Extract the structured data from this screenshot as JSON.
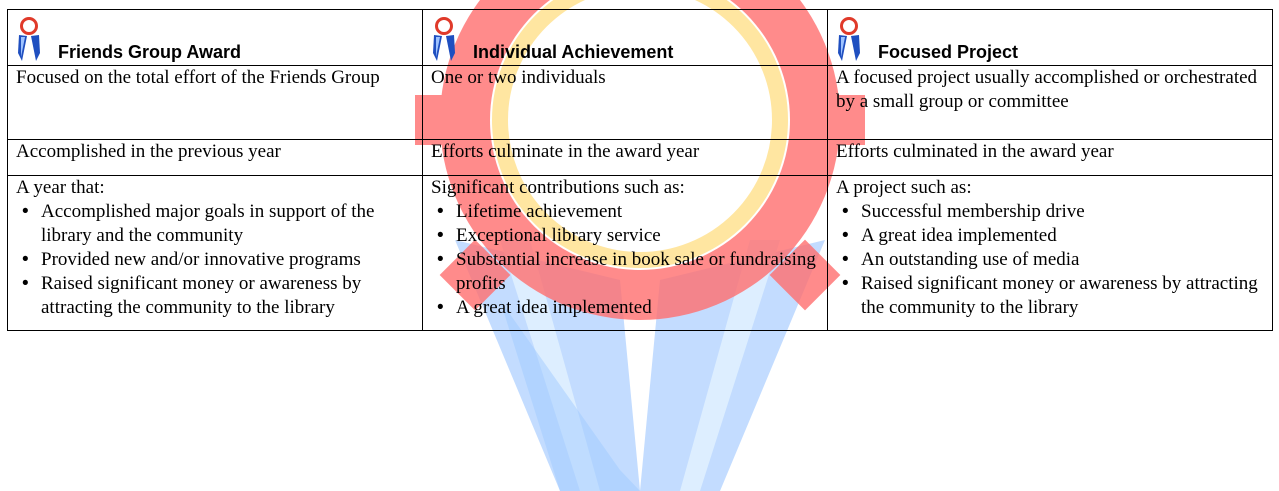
{
  "columns": [
    {
      "header": "Friends Group Award",
      "icon": "award-ribbon-icon",
      "scope": "Focused on the total effort of the Friends Group",
      "timing": "Accomplished in the previous year",
      "criteria_intro": "A year that:",
      "criteria": [
        "Accomplished major goals in support of the library and the community",
        "Provided new and/or innovative programs",
        "Raised significant money or awareness by attracting the community to the library"
      ]
    },
    {
      "header": "Individual Achievement",
      "icon": "award-ribbon-icon",
      "scope": "One or two individuals",
      "timing": "Efforts culminate in the award year",
      "criteria_intro": "Significant contributions such as:",
      "criteria": [
        "Lifetime achievement",
        "Exceptional library service",
        "Substantial increase in book sale or fundraising profits",
        "A great idea implemented"
      ]
    },
    {
      "header": "Focused Project",
      "icon": "award-ribbon-icon",
      "scope": "A focused project usually accomplished or orchestrated by a small group or committee",
      "timing": "Efforts culminated in the award year",
      "criteria_intro": "A project such as:",
      "criteria": [
        "Successful membership drive",
        "A great idea implemented",
        "An outstanding use of media",
        "Raised significant money or awareness by attracting the community to the library"
      ]
    }
  ],
  "colors": {
    "ribbon_red": "#e03a2a",
    "ribbon_blue": "#1f4fc0",
    "watermark_red": "#ff5a5a",
    "watermark_yellow": "#ffe59a",
    "watermark_blue": "#bcd9ff"
  }
}
